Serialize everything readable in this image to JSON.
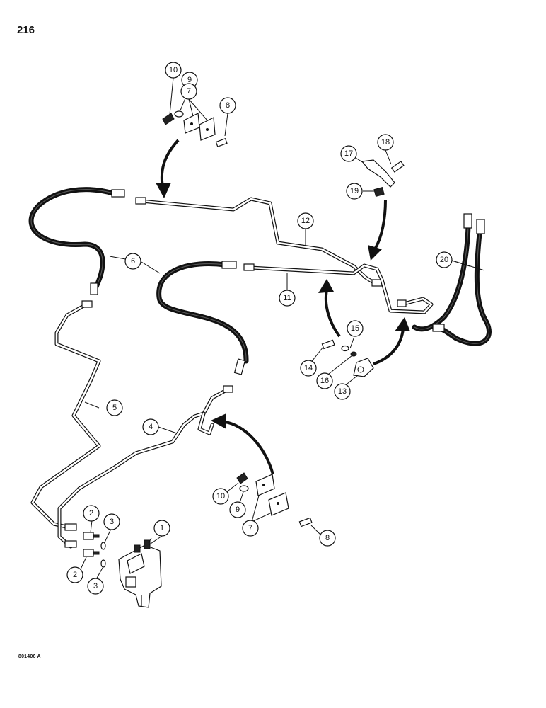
{
  "page": {
    "number": "216",
    "figure_code": "801406 A"
  },
  "callouts": [
    {
      "id": "c1",
      "label": "1"
    },
    {
      "id": "c2a",
      "label": "2"
    },
    {
      "id": "c2b",
      "label": "2"
    },
    {
      "id": "c3a",
      "label": "3"
    },
    {
      "id": "c3b",
      "label": "3"
    },
    {
      "id": "c4",
      "label": "4"
    },
    {
      "id": "c5",
      "label": "5"
    },
    {
      "id": "c6",
      "label": "6"
    },
    {
      "id": "c7a",
      "label": "7"
    },
    {
      "id": "c7b",
      "label": "7"
    },
    {
      "id": "c8a",
      "label": "8"
    },
    {
      "id": "c8b",
      "label": "8"
    },
    {
      "id": "c9a",
      "label": "9"
    },
    {
      "id": "c9b",
      "label": "9"
    },
    {
      "id": "c10a",
      "label": "10"
    },
    {
      "id": "c10b",
      "label": "10"
    },
    {
      "id": "c11",
      "label": "11"
    },
    {
      "id": "c12",
      "label": "12"
    },
    {
      "id": "c13",
      "label": "13"
    },
    {
      "id": "c14",
      "label": "14"
    },
    {
      "id": "c15",
      "label": "15"
    },
    {
      "id": "c16",
      "label": "16"
    },
    {
      "id": "c17",
      "label": "17"
    },
    {
      "id": "c18",
      "label": "18"
    },
    {
      "id": "c19",
      "label": "19"
    },
    {
      "id": "c20",
      "label": "20"
    }
  ]
}
